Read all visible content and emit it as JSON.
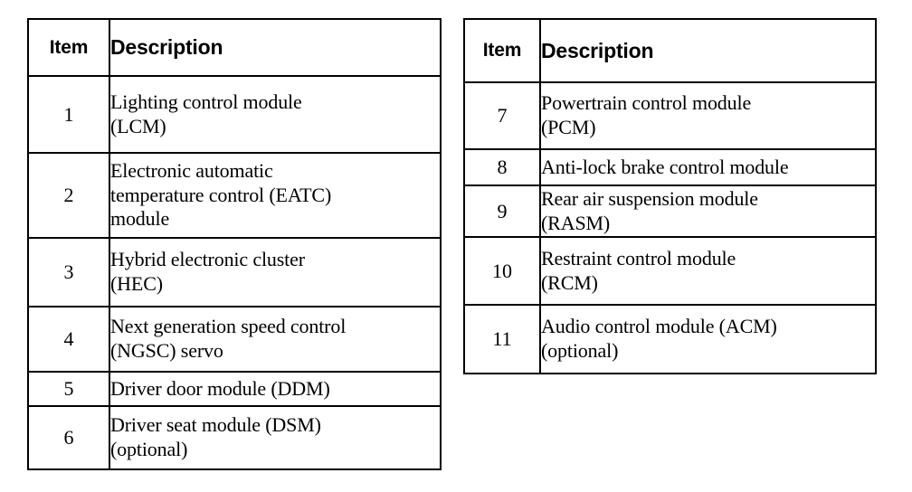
{
  "document": {
    "type": "scanned-service-manual-table",
    "background_color": "#ffffff",
    "text_color": "#000000",
    "border_color": "#000000"
  },
  "tables": [
    {
      "id": "left",
      "name": "module-legend-table-left",
      "headers": {
        "item": "Item",
        "description": "Description"
      },
      "rows": [
        {
          "item": "1",
          "lines": [
            "Lighting control module",
            "(LCM)"
          ]
        },
        {
          "item": "2",
          "lines": [
            "Electronic automatic",
            "temperature control (EATC)",
            "module"
          ]
        },
        {
          "item": "3",
          "lines": [
            "Hybrid electronic cluster",
            "(HEC)"
          ]
        },
        {
          "item": "4",
          "lines": [
            "Next generation speed control",
            "(NGSC) servo"
          ]
        },
        {
          "item": "5",
          "lines": [
            "Driver door module (DDM)"
          ]
        },
        {
          "item": "6",
          "lines": [
            "Driver seat module (DSM)",
            "(optional)"
          ]
        }
      ]
    },
    {
      "id": "right",
      "name": "module-legend-table-right",
      "headers": {
        "item": "Item",
        "description": "Description"
      },
      "rows": [
        {
          "item": "7",
          "lines": [
            "Powertrain control module",
            "(PCM)"
          ]
        },
        {
          "item": "8",
          "lines": [
            "Anti-lock brake control module"
          ]
        },
        {
          "item": "9",
          "lines": [
            "Rear air suspension module",
            "(RASM)"
          ]
        },
        {
          "item": "10",
          "lines": [
            "Restraint control module",
            "(RCM)"
          ]
        },
        {
          "item": "11",
          "lines": [
            "Audio control module (ACM)",
            "(optional)"
          ]
        }
      ]
    }
  ]
}
